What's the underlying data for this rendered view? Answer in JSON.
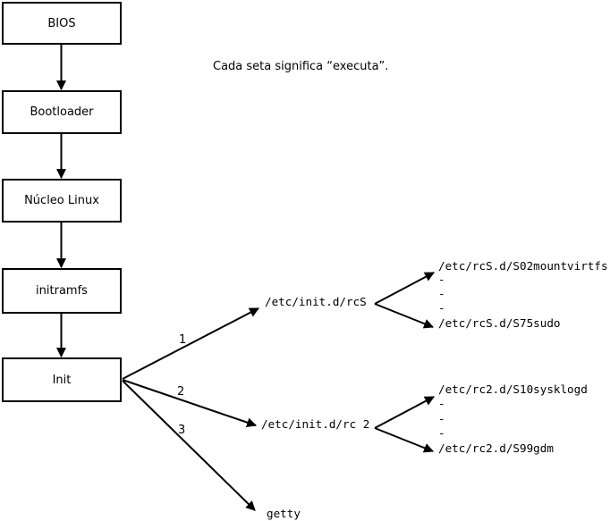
{
  "diagram": {
    "annotation": "Cada seta significa “executa”.",
    "nodes": [
      "BIOS",
      "Bootloader",
      "Núcleo Linux",
      "initramfs",
      "Init"
    ],
    "arrow_labels": [
      "1",
      "2",
      "3"
    ],
    "targets": {
      "rcS": "/etc/init.d/rcS",
      "rc2": "/etc/init.d/rc 2",
      "getty": "getty"
    },
    "rcS_scripts": [
      "/etc/rcS.d/S02mountvirtfs",
      "-",
      "-",
      "-",
      "/etc/rcS.d/S75sudo"
    ],
    "rc2_scripts": [
      "/etc/rc2.d/S10sysklogd",
      "-",
      "-",
      "-",
      "/etc/rc2.d/S99gdm"
    ],
    "colors": {
      "line": "#000000",
      "text": "#000000",
      "background": "#ffffff"
    }
  }
}
